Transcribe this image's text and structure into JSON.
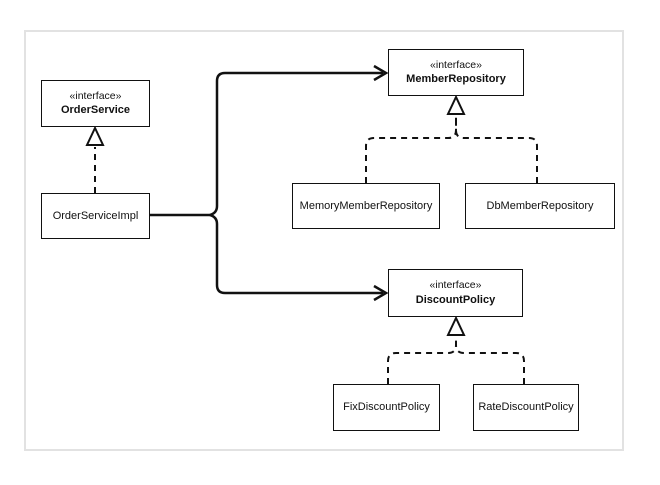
{
  "diagram": {
    "type": "uml-class-diagram",
    "nodes": {
      "order_service": {
        "stereotype": "«interface»",
        "name": "OrderService"
      },
      "order_service_impl": {
        "name": "OrderServiceImpl"
      },
      "member_repository": {
        "stereotype": "«interface»",
        "name": "MemberRepository"
      },
      "memory_member_repository": {
        "name": "MemoryMemberRepository"
      },
      "db_member_repository": {
        "name": "DbMemberRepository"
      },
      "discount_policy": {
        "stereotype": "«interface»",
        "name": "DiscountPolicy"
      },
      "fix_discount_policy": {
        "name": "FixDiscountPolicy"
      },
      "rate_discount_policy": {
        "name": "RateDiscountPolicy"
      }
    },
    "edges": [
      {
        "from": "OrderServiceImpl",
        "to": "OrderService",
        "type": "realization"
      },
      {
        "from": "OrderServiceImpl",
        "to": "MemberRepository",
        "type": "dependency"
      },
      {
        "from": "OrderServiceImpl",
        "to": "DiscountPolicy",
        "type": "dependency"
      },
      {
        "from": "MemoryMemberRepository",
        "to": "MemberRepository",
        "type": "realization"
      },
      {
        "from": "DbMemberRepository",
        "to": "MemberRepository",
        "type": "realization"
      },
      {
        "from": "FixDiscountPolicy",
        "to": "DiscountPolicy",
        "type": "realization"
      },
      {
        "from": "RateDiscountPolicy",
        "to": "DiscountPolicy",
        "type": "realization"
      }
    ],
    "colors": {
      "line": "#111111",
      "node_background": "#ffffff",
      "frame_border": "#e2e2e2",
      "background": "#ffffff"
    }
  }
}
